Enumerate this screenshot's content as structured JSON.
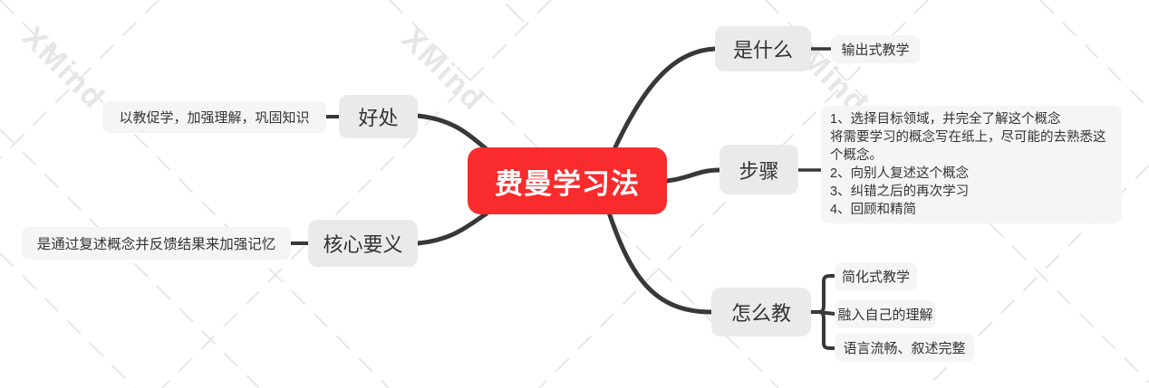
{
  "app": {
    "watermark_text": "XMind"
  },
  "colors": {
    "root_bg": "#F92B2D",
    "root_text": "#FFFFFF",
    "topic_bg": "#EAEAEA",
    "leaf_bg": "#F5F5F5",
    "text": "#333333",
    "connector": "#383838",
    "watermark": "#E7E7E7"
  },
  "root": {
    "label": "费曼学习法"
  },
  "what": {
    "label": "是什么",
    "detail": "输出式教学"
  },
  "steps": {
    "label": "步骤",
    "detail_lines": [
      "1、选择目标领域，并完全了解这个概念",
      "将需要学习的概念写在纸上，尽可能的去熟悉这个概念。",
      "2、向别人复述这个概念",
      "3、纠错之后的再次学习",
      "4、回顾和精简"
    ]
  },
  "how": {
    "label": "怎么教",
    "children": [
      "简化式教学",
      "融入自己的理解",
      "语言流畅、叙述完整"
    ]
  },
  "benefit": {
    "label": "好处",
    "note": "以教促学，加强理解，巩固知识"
  },
  "core": {
    "label": "核心要义",
    "note": "是通过复述概念并反馈结果来加强记忆"
  }
}
